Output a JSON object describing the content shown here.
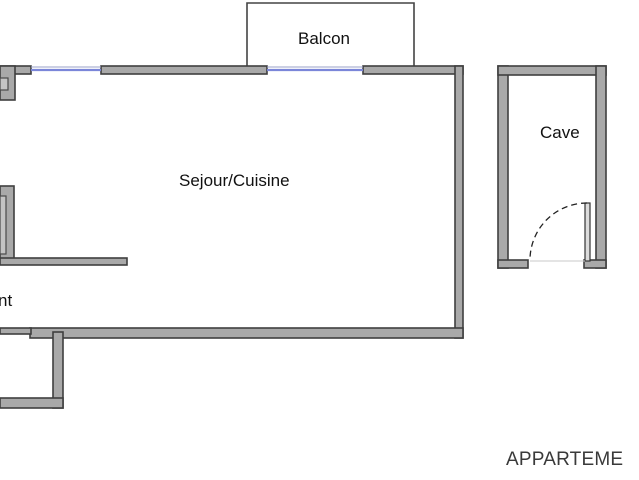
{
  "rooms": {
    "balcony": "Balcon",
    "living_kitchen": "Sejour/Cuisine",
    "cellar": "Cave",
    "left_room_partial": "nt"
  },
  "plan_caption": "APPARTEME",
  "colors": {
    "wall_fill": "#a9a9a9",
    "wall_outline": "#3f3f3f",
    "window": "#7b86d9",
    "background": "#ffffff"
  }
}
